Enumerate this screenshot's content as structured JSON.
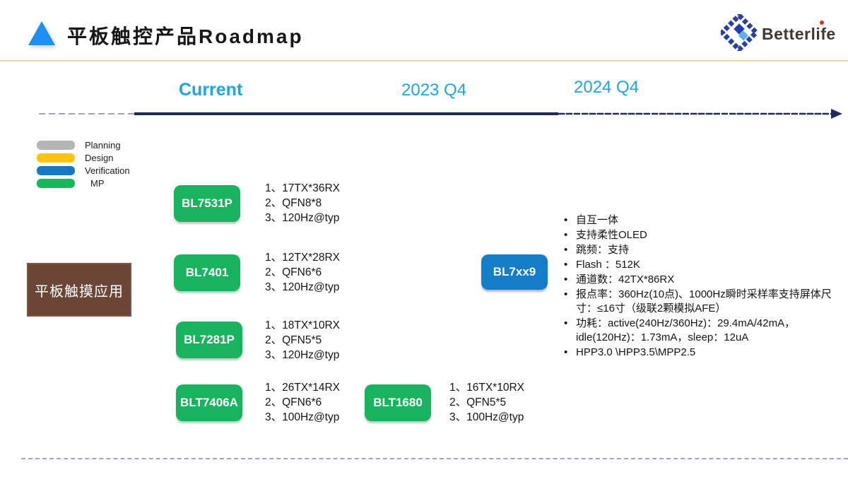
{
  "header": {
    "title": "平板触控产品Roadmap",
    "logo_text": "Betterlife"
  },
  "timeline": {
    "labels": [
      {
        "label": "Current"
      },
      {
        "label": "2023 Q4"
      },
      {
        "label": "2024 Q4"
      }
    ],
    "arrow_color": "#1f2a63",
    "dash_color": "#a99dd0"
  },
  "legend": {
    "items": [
      {
        "label": "Planning",
        "color": "#b5b5b5"
      },
      {
        "label": "Design",
        "color": "#ffc40c"
      },
      {
        "label": "Verification",
        "color": "#1878c8"
      },
      {
        "label": "MP",
        "color": "#17b85a"
      }
    ]
  },
  "category": {
    "label": "平板触摸应用",
    "color": "#6b4636"
  },
  "products": [
    {
      "name": "BL7531P",
      "stage": "MP",
      "stage_color": "#19b35f",
      "specs": [
        "1、17TX*36RX",
        "2、QFN8*8",
        "3、120Hz@typ"
      ]
    },
    {
      "name": "BL7401",
      "stage": "MP",
      "stage_color": "#19b35f",
      "specs": [
        "1、12TX*28RX",
        "2、QFN6*6",
        "3、120Hz@typ"
      ]
    },
    {
      "name": "BL7281P",
      "stage": "MP",
      "stage_color": "#19b35f",
      "specs": [
        "1、18TX*10RX",
        "2、QFN5*5",
        "3、120Hz@typ"
      ]
    },
    {
      "name": "BLT7406A",
      "stage": "MP",
      "stage_color": "#19b35f",
      "specs": [
        "1、26TX*14RX",
        "2、QFN6*6",
        "3、100Hz@typ"
      ]
    },
    {
      "name": "BLT1680",
      "stage": "MP",
      "stage_color": "#19b35f",
      "specs": [
        "1、16TX*10RX",
        "2、QFN5*5",
        "3、100Hz@typ"
      ]
    },
    {
      "name": "BL7xx9",
      "stage": "Verification",
      "stage_color": "#147dc8"
    }
  ],
  "features": {
    "items": [
      "自互一体",
      "支持柔性OLED",
      "跳频：支持",
      "Flash ：512K",
      "通道数：42TX*86RX",
      "报点率：360Hz(10点)、1000Hz瞬时采样率支持屏体尺寸：≤16寸（级联2颗模拟AFE）",
      "功耗：active(240Hz/360Hz)：29.4mA/42mA，idle(120Hz)：1.73mA，sleep：12uA",
      "HPP3.0 \\HPP3.5\\MPP2.5"
    ]
  }
}
